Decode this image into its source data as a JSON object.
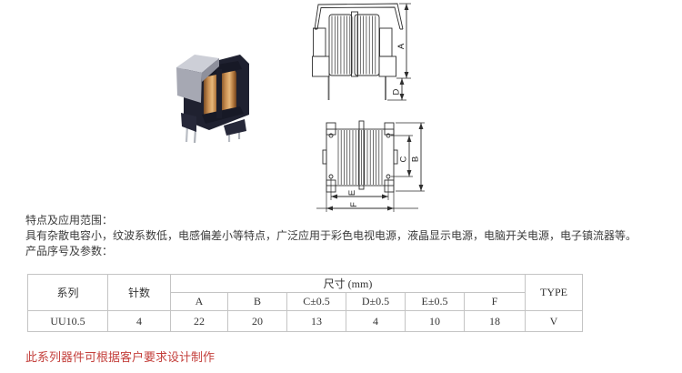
{
  "intro": {
    "features_heading": "特点及应用范围：",
    "features_body": "具有杂散电容小，纹波系数低，电感偏差小等特点，广泛应用于彩色电视电源，液晶显示电源，电脑开关电源，电子镇流器等。",
    "params_heading": "产品序号及参数："
  },
  "spec_table": {
    "header": {
      "series": "系列",
      "pins": "针数",
      "dims_group": "尺寸 (mm)",
      "type": "TYPE"
    },
    "dim_cols": [
      "A",
      "B",
      "C±0.5",
      "D±0.5",
      "E±0.5",
      "F"
    ],
    "row": {
      "series": "UU10.5",
      "pins": "4",
      "A": "22",
      "B": "20",
      "C": "13",
      "D": "4",
      "E": "10",
      "F": "18",
      "type": "V"
    }
  },
  "footnote": "此系列器件可根据客户要求设计制作",
  "diagrams": {
    "front_view": {
      "dim_height": "A",
      "dim_pin_length": "D"
    },
    "side_view": {
      "dim_pin_rows": "C",
      "dim_outer_height": "B",
      "dim_pin_cols": "E",
      "dim_width": "F"
    }
  },
  "colors": {
    "note_red": "#c4403c",
    "table_border": "#c4c4c4",
    "body_text": "#3b3b3b",
    "drawing_line": "#2e2e2e",
    "photo_body_navy": "#1f2130",
    "photo_core_gray": "#b5b7c1",
    "photo_copper": "#c58c50"
  }
}
